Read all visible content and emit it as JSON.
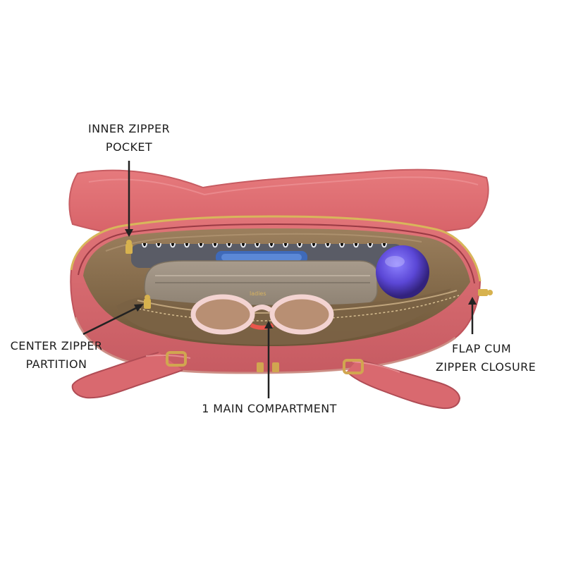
{
  "image": {
    "subject": "pink-handbag-interior",
    "colors": {
      "bag": "#df6d72",
      "bag_dark": "#b9515a",
      "lining": "#8f7654",
      "zipper": "#d4a83c",
      "text": "#1d1d1d",
      "background": "#ffffff"
    }
  },
  "callouts": {
    "inner_zipper_pocket": {
      "line1": "INNER ZIPPER",
      "line2": "POCKET"
    },
    "center_zipper_partition": {
      "line1": "CENTER ZIPPER",
      "line2": "PARTITION"
    },
    "flap_cum_zipper_closure": {
      "line1": "FLAP CUM",
      "line2": "ZIPPER CLOSURE"
    },
    "main_compartment": {
      "line1": "1 MAIN COMPARTMENT"
    }
  }
}
